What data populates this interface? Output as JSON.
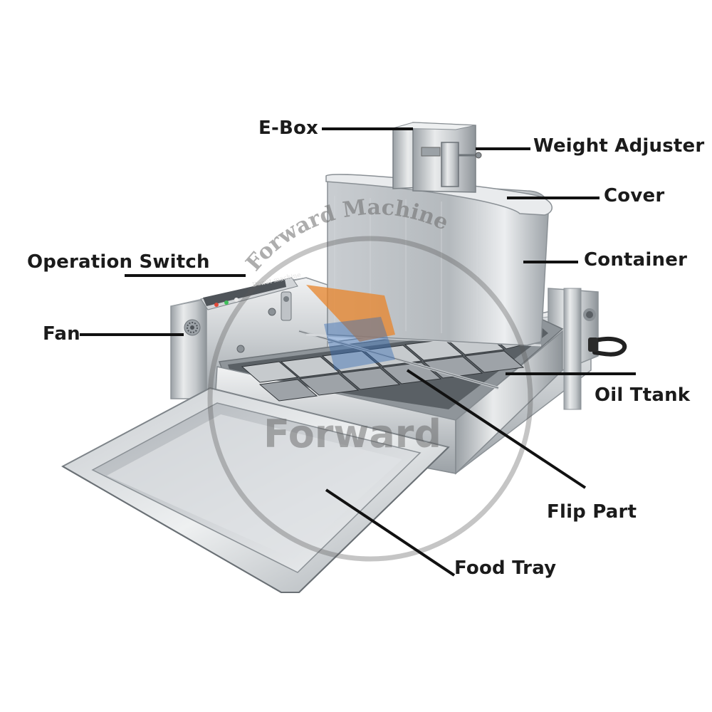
{
  "labels": {
    "e_box": "E-Box",
    "weight_adjuster": "Weight Adjuster",
    "cover": "Cover",
    "container": "Container",
    "operation_switch": "Operation Switch",
    "fan": "Fan",
    "oil_tank": "Oil Ttank",
    "flip_part": "Flip Part",
    "food_tray": "Food Tray"
  },
  "watermark": {
    "arc_text": "Forward Machine",
    "center_text": "Forward"
  },
  "panel_text": "Donut machine",
  "colors": {
    "steel_light": "#e4e6e8",
    "steel_mid": "#b9bdc1",
    "steel_dark": "#7d8388",
    "label_text": "#1b1b1b",
    "watermark_orange": "#e8842a",
    "watermark_blue": "#3a6fb5"
  }
}
